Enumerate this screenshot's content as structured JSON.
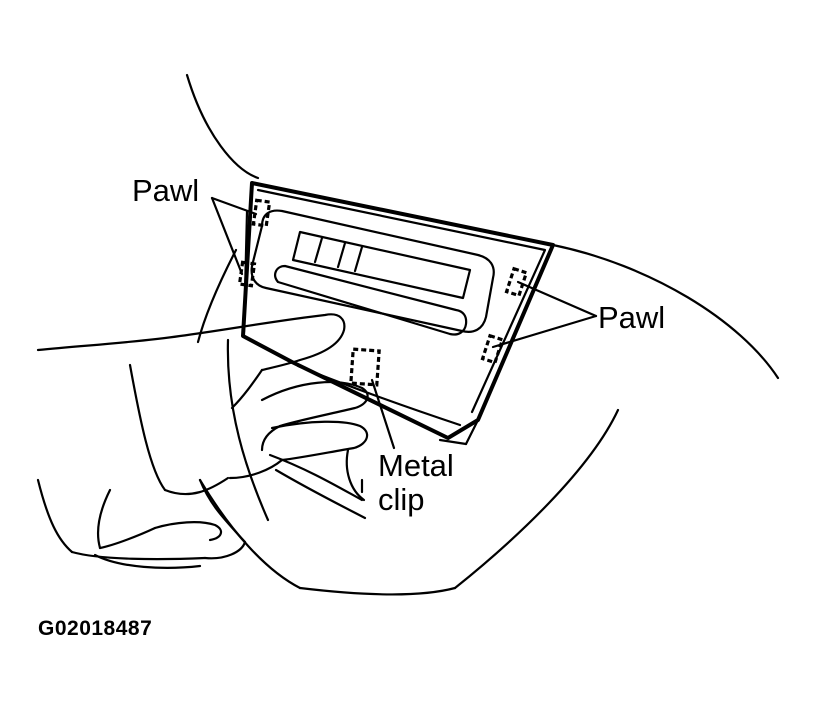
{
  "labels": {
    "pawl_left": "Pawl",
    "pawl_right": "Pawl",
    "metal_clip_line1": "Metal",
    "metal_clip_line2": "clip"
  },
  "figure_id": "G02018487",
  "colors": {
    "line": "#000000",
    "background": "#ffffff"
  }
}
